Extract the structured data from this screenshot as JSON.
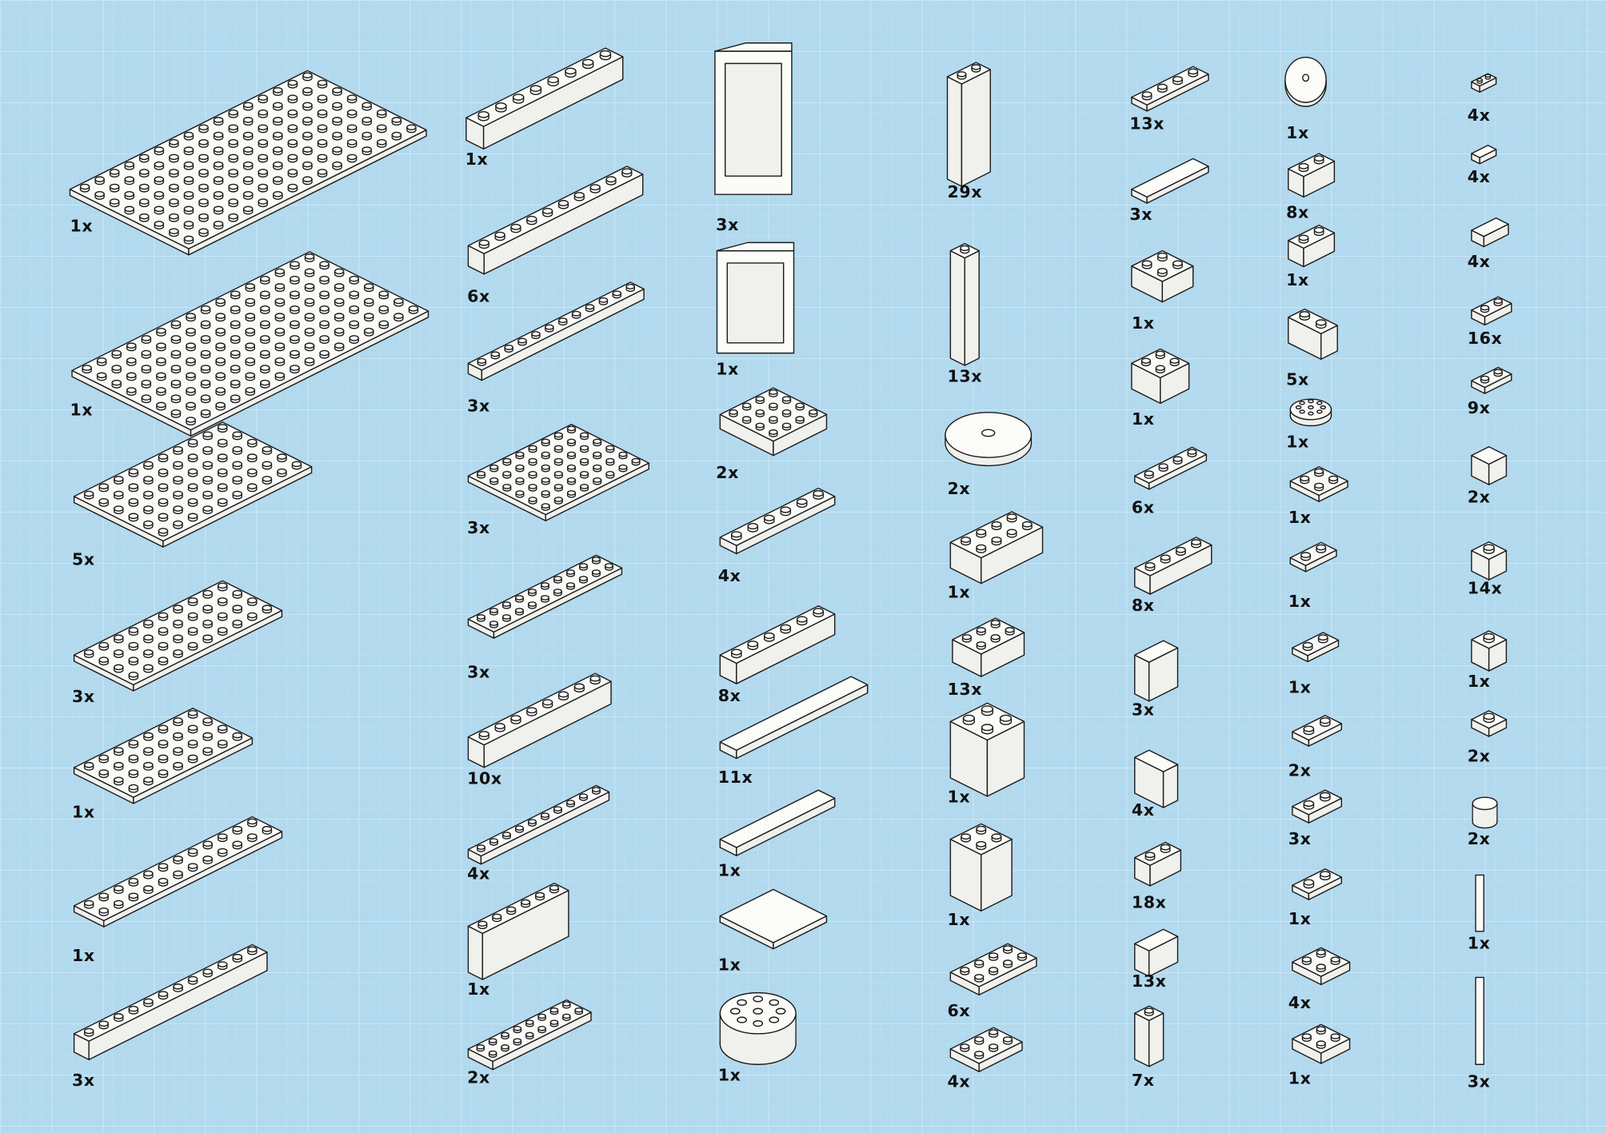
{
  "page": {
    "title": "Parts inventory",
    "background_color": "#b2d9ee",
    "grid_color": "#cde8f6"
  },
  "columns": [
    {
      "items": [
        {
          "count": "1x"
        },
        {
          "count": "1x"
        },
        {
          "count": "5x"
        },
        {
          "count": "3x"
        },
        {
          "count": "1x"
        },
        {
          "count": "1x"
        },
        {
          "count": "3x"
        }
      ]
    },
    {
      "items": [
        {
          "count": "1x"
        },
        {
          "count": "6x"
        },
        {
          "count": "3x"
        },
        {
          "count": "3x"
        },
        {
          "count": "3x"
        },
        {
          "count": "10x"
        },
        {
          "count": "4x"
        },
        {
          "count": "1x"
        },
        {
          "count": "2x"
        }
      ]
    },
    {
      "items": [
        {
          "count": "3x"
        },
        {
          "count": "1x"
        },
        {
          "count": "2x"
        },
        {
          "count": "4x"
        },
        {
          "count": "8x"
        },
        {
          "count": "11x"
        },
        {
          "count": "1x"
        },
        {
          "count": "1x"
        },
        {
          "count": "1x"
        }
      ]
    },
    {
      "items": [
        {
          "count": "29x"
        },
        {
          "count": "13x"
        },
        {
          "count": "2x"
        },
        {
          "count": "1x"
        },
        {
          "count": "13x"
        },
        {
          "count": "1x"
        },
        {
          "count": "1x"
        },
        {
          "count": "6x"
        },
        {
          "count": "4x"
        }
      ]
    },
    {
      "items": [
        {
          "count": "13x"
        },
        {
          "count": "3x"
        },
        {
          "count": "1x"
        },
        {
          "count": "1x"
        },
        {
          "count": "6x"
        },
        {
          "count": "8x"
        },
        {
          "count": "3x"
        },
        {
          "count": "4x"
        },
        {
          "count": "18x"
        },
        {
          "count": "13x"
        },
        {
          "count": "7x"
        }
      ]
    },
    {
      "items": [
        {
          "count": "1x"
        },
        {
          "count": "8x"
        },
        {
          "count": "1x"
        },
        {
          "count": "5x"
        },
        {
          "count": "1x"
        },
        {
          "count": "1x"
        },
        {
          "count": "1x"
        },
        {
          "count": "1x"
        },
        {
          "count": "2x"
        },
        {
          "count": "3x"
        },
        {
          "count": "1x"
        },
        {
          "count": "4x"
        },
        {
          "count": "1x"
        }
      ]
    },
    {
      "items": [
        {
          "count": "4x"
        },
        {
          "count": "4x"
        },
        {
          "count": "4x"
        },
        {
          "count": "16x"
        },
        {
          "count": "9x"
        },
        {
          "count": "2x"
        },
        {
          "count": "14x"
        },
        {
          "count": "1x"
        },
        {
          "count": "2x"
        },
        {
          "count": "2x"
        },
        {
          "count": "1x"
        },
        {
          "count": "3x"
        }
      ]
    }
  ]
}
